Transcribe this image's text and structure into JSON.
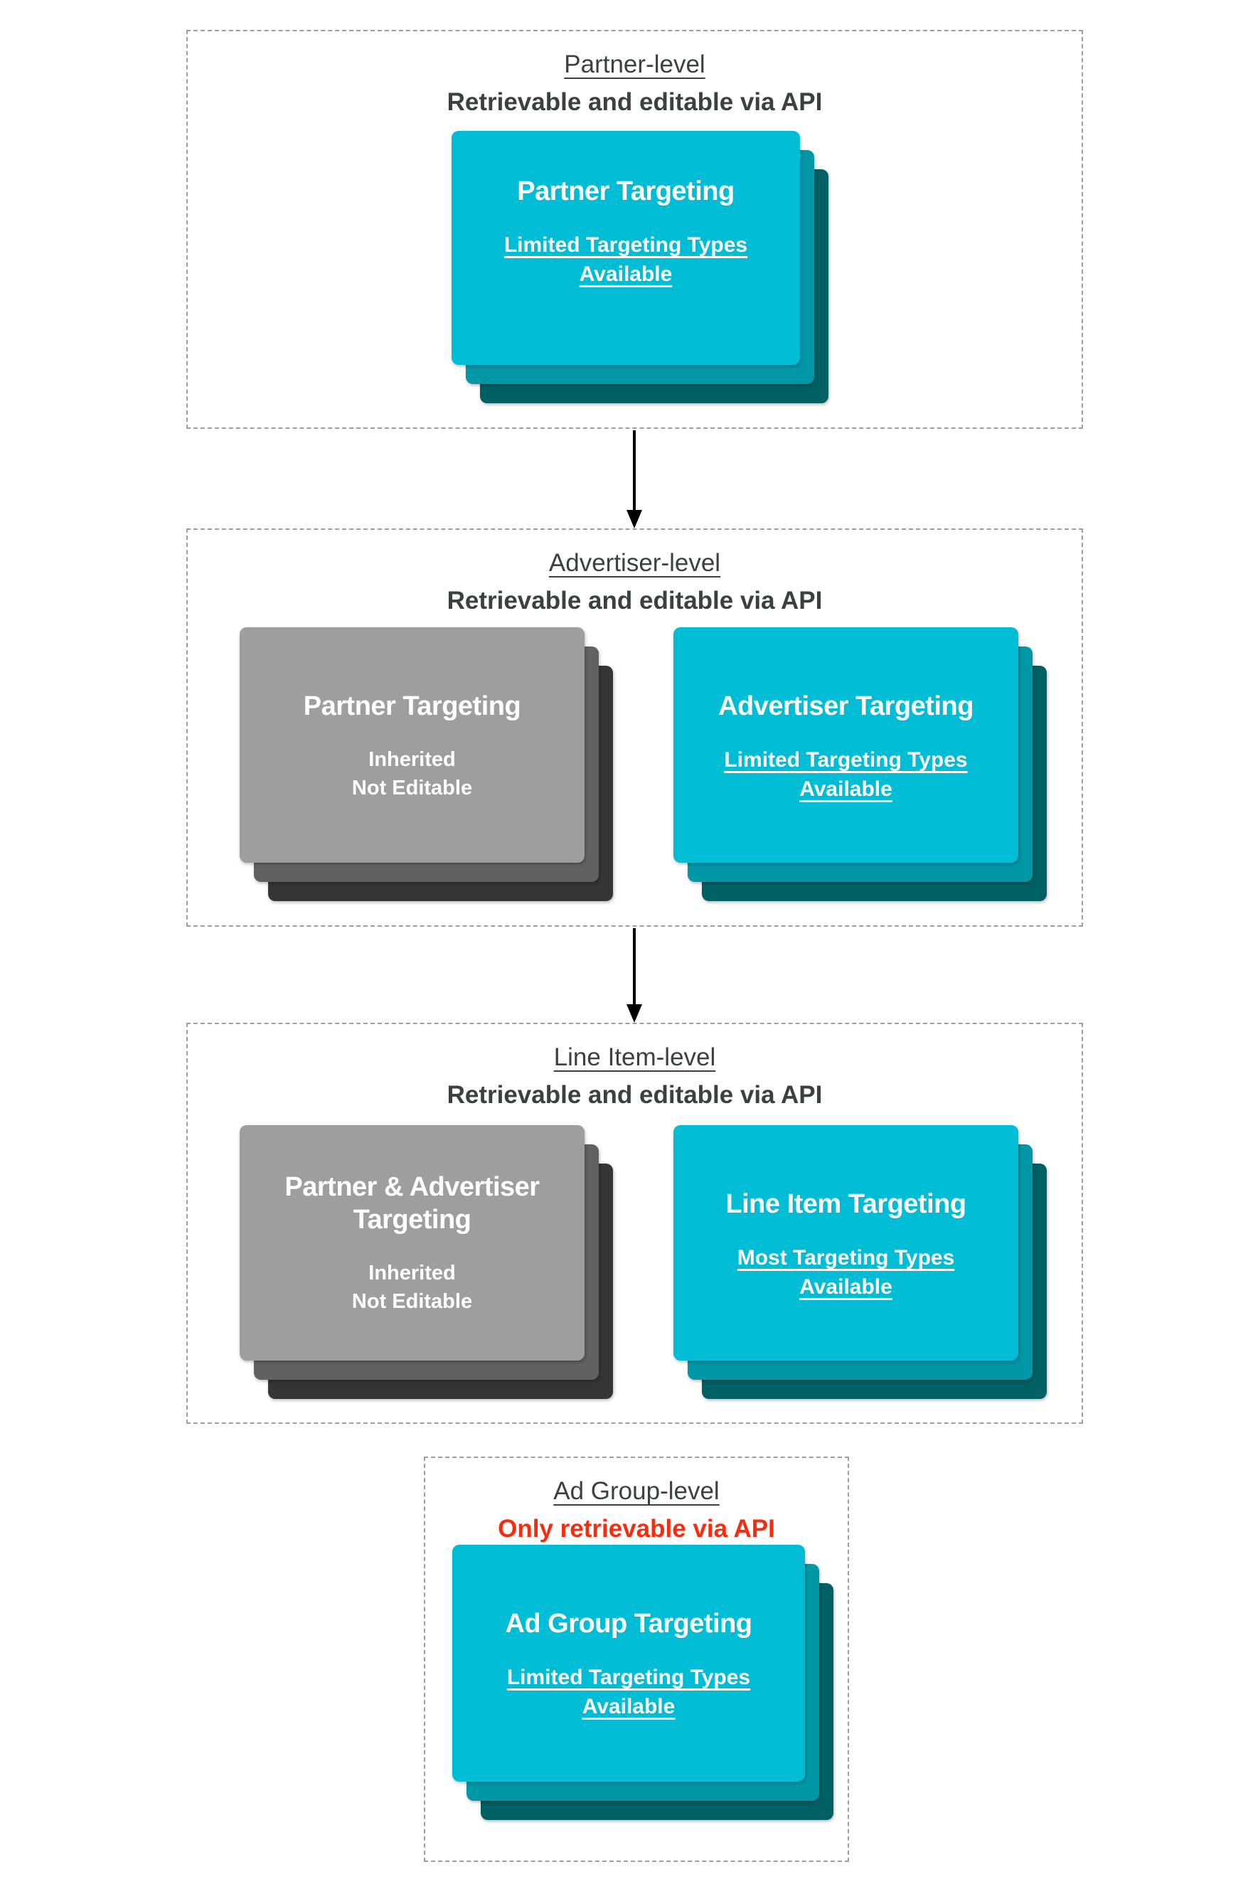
{
  "sections": [
    {
      "title": "Partner-level",
      "subtitle": "Retrievable and editable via API",
      "cards": [
        {
          "title": "Partner Targeting",
          "link": "Limited Targeting Types Available"
        }
      ]
    },
    {
      "title": "Advertiser-level",
      "subtitle": "Retrievable and editable via API",
      "cards": [
        {
          "title": "Partner Targeting",
          "body_line1": "Inherited",
          "body_line2": "Not Editable"
        },
        {
          "title": "Advertiser Targeting",
          "link": "Limited Targeting Types Available"
        }
      ]
    },
    {
      "title": "Line Item-level",
      "subtitle": "Retrievable and editable via API",
      "cards": [
        {
          "title": "Partner & Advertiser Targeting",
          "body_line1": "Inherited",
          "body_line2": "Not Editable"
        },
        {
          "title": "Line Item Targeting",
          "link": "Most Targeting Types Available"
        }
      ]
    },
    {
      "title": "Ad Group-level",
      "subtitle": "Only retrievable via API",
      "cards": [
        {
          "title": "Ad Group Targeting",
          "link": "Limited Targeting Types Available"
        }
      ]
    }
  ],
  "colors": {
    "editable_card": "#00BCD4",
    "editable_card_shadow1": "#0097A7",
    "editable_card_shadow2": "#006064",
    "inherited_card": "#9E9E9E",
    "inherited_card_shadow1": "#616161",
    "inherited_card_shadow2": "#353535",
    "heading_text": "#3C4043",
    "alert_text": "#F92B0D",
    "dashed_border": "#9E9E9E",
    "arrow": "#000000",
    "card_text": "#FFFFFF"
  }
}
